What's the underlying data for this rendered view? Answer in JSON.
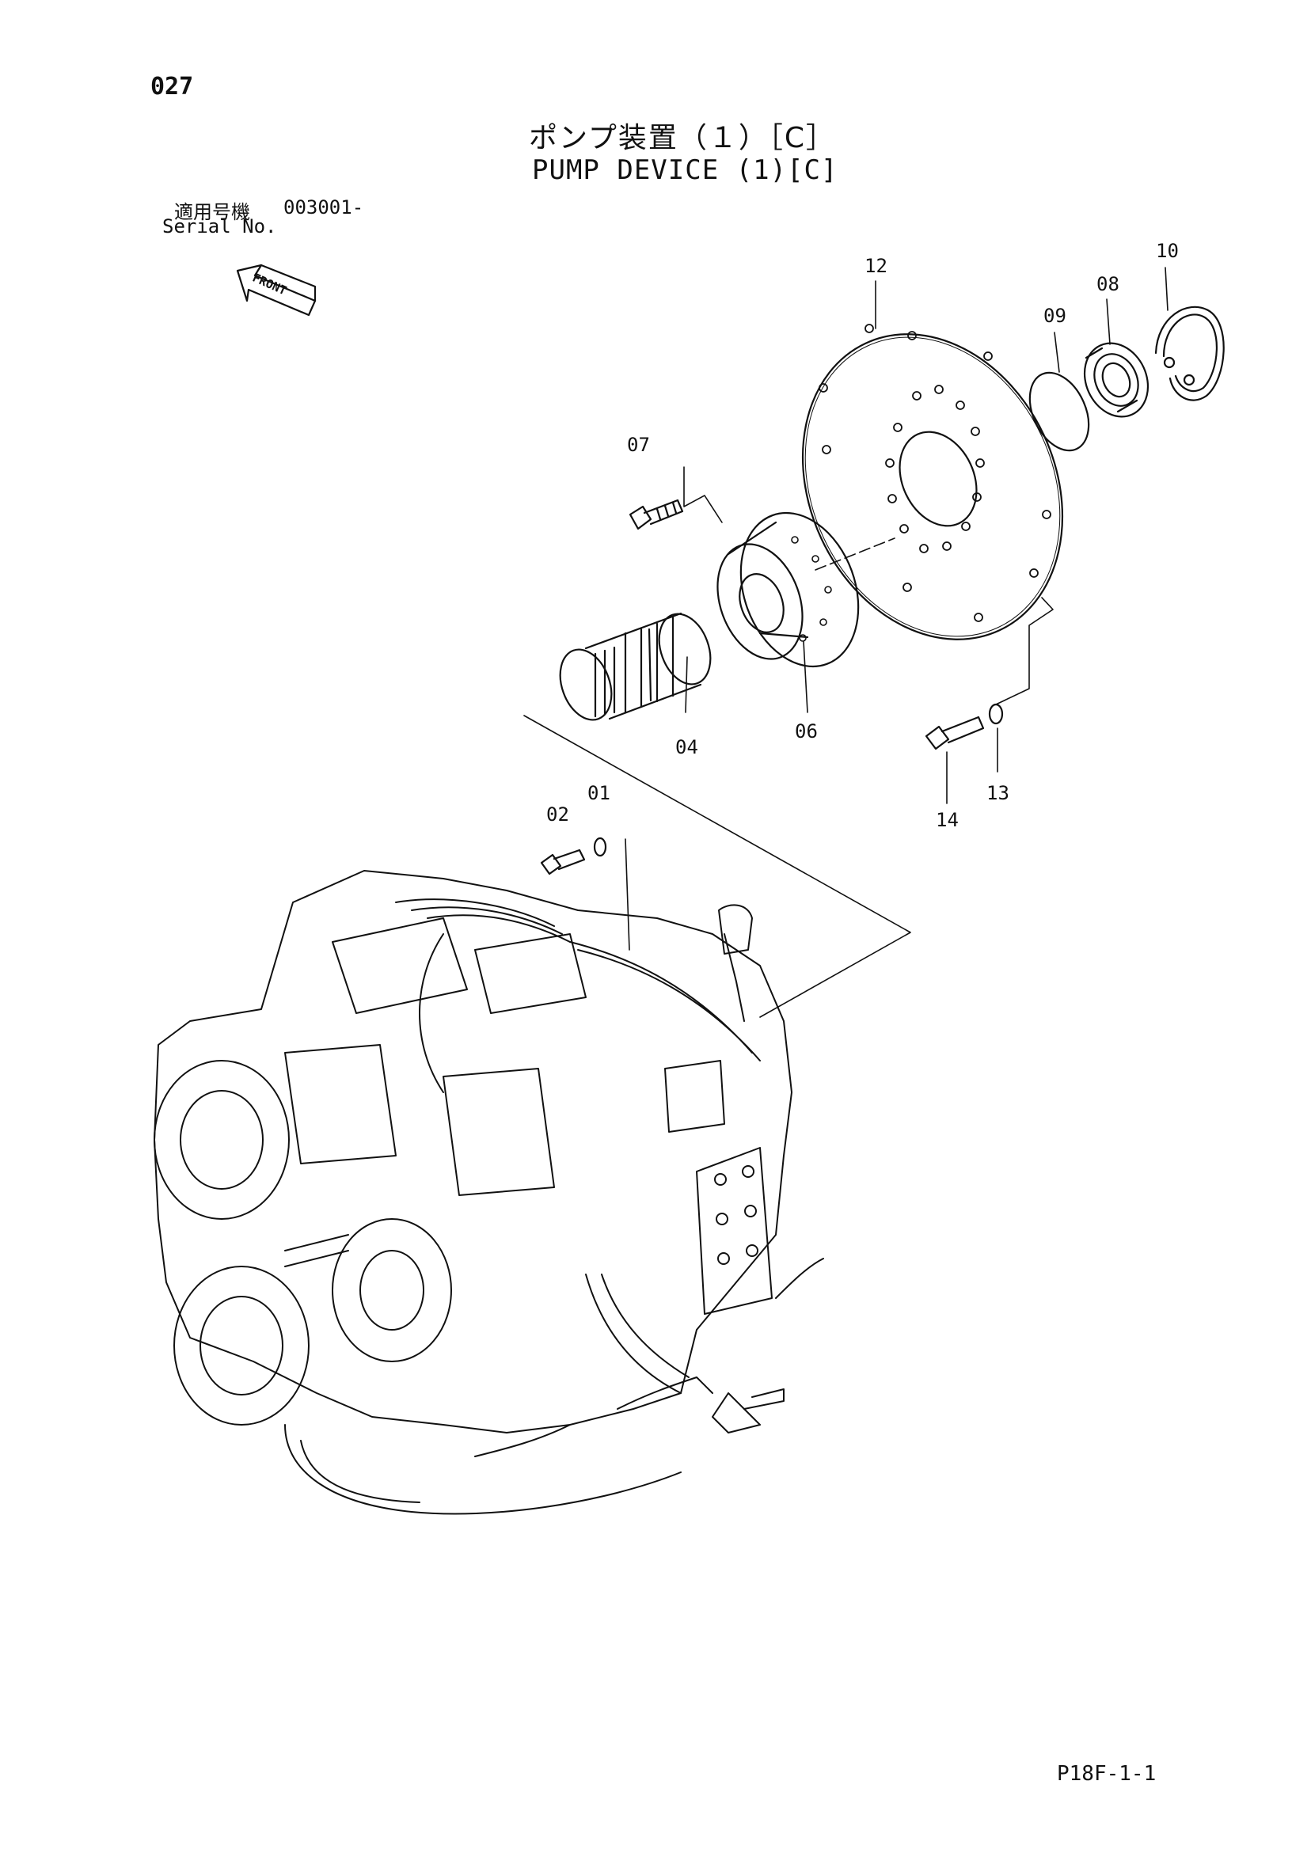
{
  "header": {
    "page_number": "027",
    "title_jp": "ポンプ装置（１）［C］",
    "title_en": "PUMP DEVICE (1)[C]"
  },
  "serial": {
    "label_jp": "適用号機",
    "number": "003001-",
    "label_en": "Serial No."
  },
  "front_indicator": "FRONT",
  "callouts": [
    "01",
    "02",
    "04",
    "06",
    "07",
    "08",
    "09",
    "10",
    "12",
    "13",
    "14"
  ],
  "parts": {
    "p01": "01",
    "p02": "02",
    "p04": "04",
    "p06": "06",
    "p07": "07",
    "p08": "08",
    "p09": "09",
    "p10": "10",
    "p12": "12",
    "p13": "13",
    "p14": "14"
  },
  "footer": {
    "code": "P18F-1-1"
  }
}
